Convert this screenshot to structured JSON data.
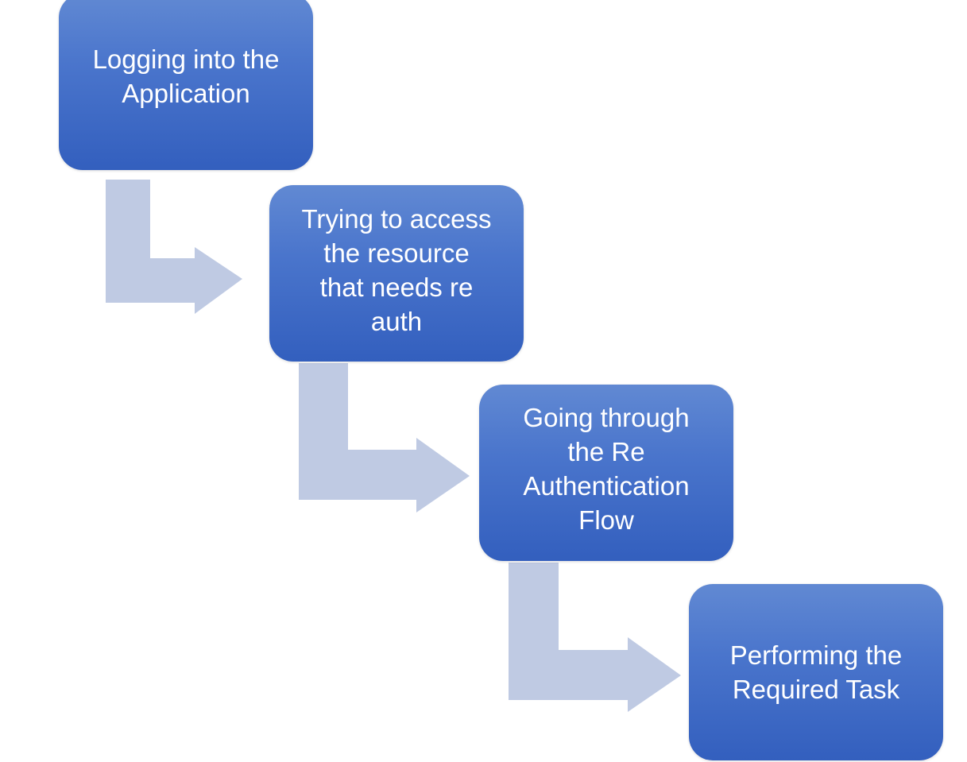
{
  "colors": {
    "box_top": "#6189d3",
    "box_bottom": "#335fbe",
    "arrow": "#bfcae3",
    "text": "#ffffff"
  },
  "steps": [
    {
      "label": "Logging into the\nApplication"
    },
    {
      "label": "Trying to access\nthe resource\nthat needs re\nauth"
    },
    {
      "label": "Going through\nthe Re\nAuthentication\nFlow"
    },
    {
      "label": "Performing the\nRequired Task"
    }
  ],
  "connectors": [
    {
      "from": 1,
      "to": 2,
      "shape": "bent-arrow-down-right"
    },
    {
      "from": 2,
      "to": 3,
      "shape": "bent-arrow-down-right"
    },
    {
      "from": 3,
      "to": 4,
      "shape": "bent-arrow-down-right"
    }
  ]
}
